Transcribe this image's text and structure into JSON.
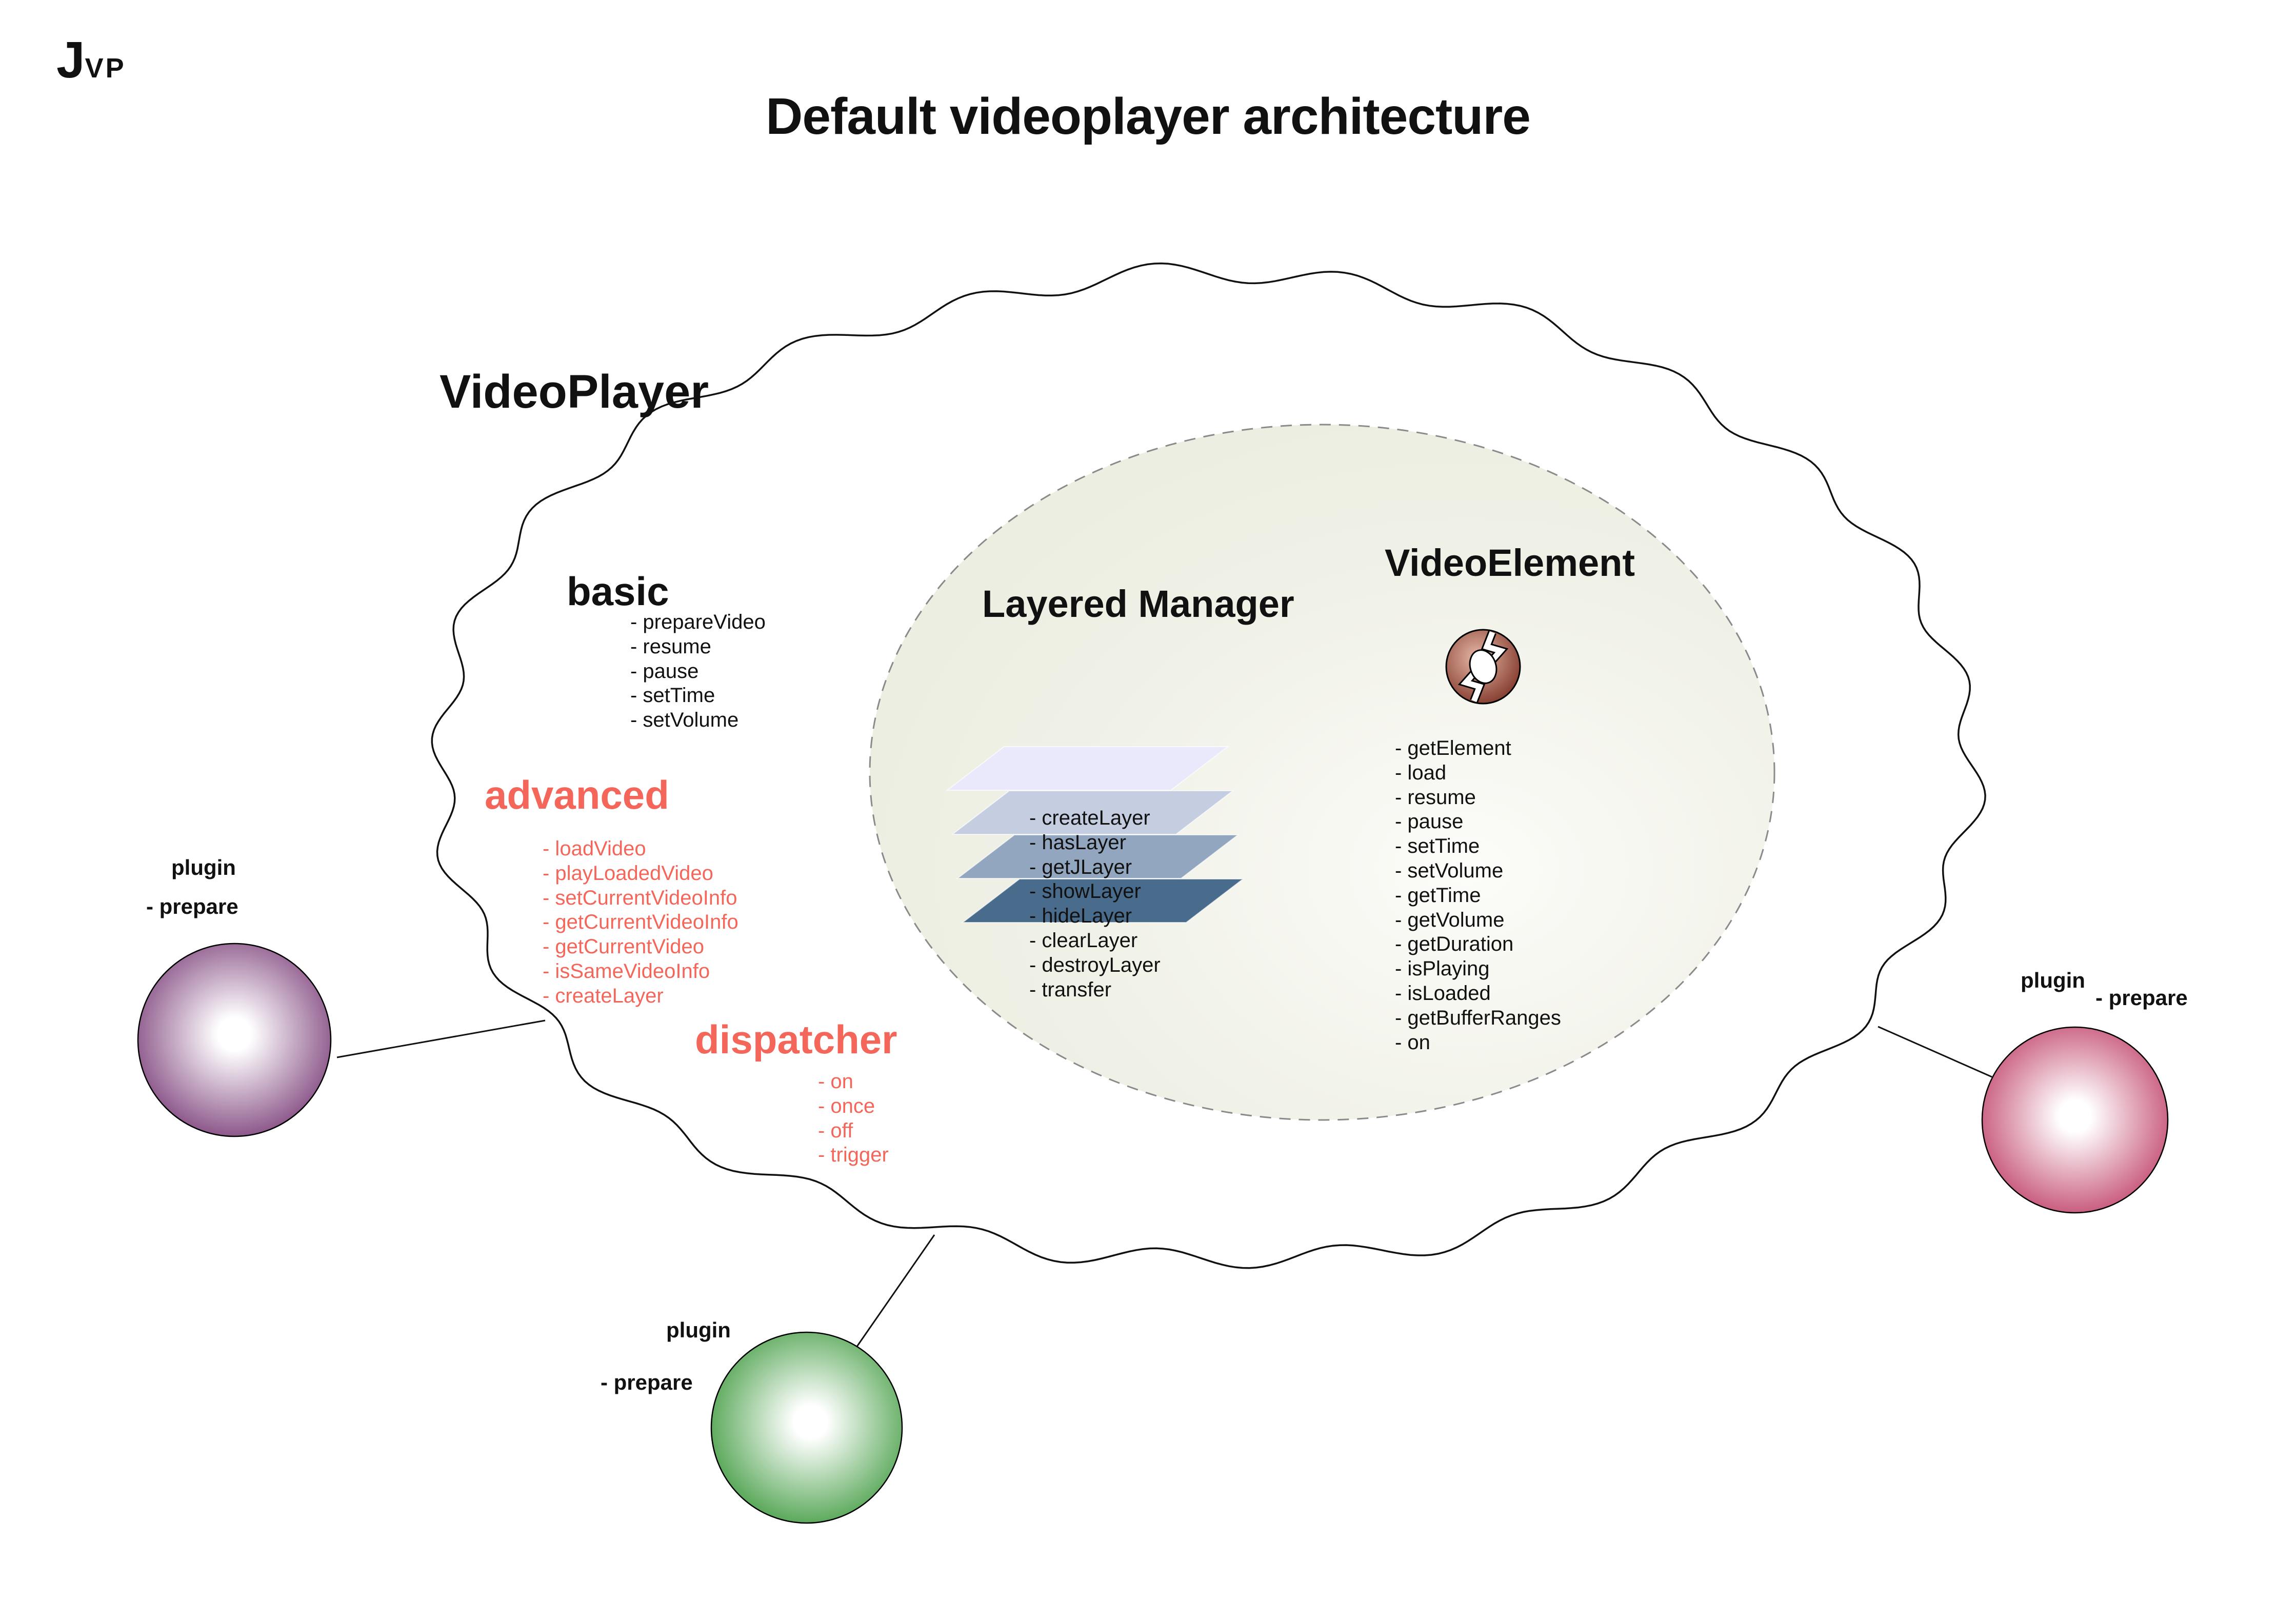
{
  "logo": {
    "j": "J",
    "vp": "VP"
  },
  "title": "Default videoplayer architecture",
  "cloud": {
    "label": "VideoPlayer",
    "basic": {
      "heading": "basic",
      "items": [
        "- prepareVideo",
        "- resume",
        "- pause",
        "- setTime",
        "- setVolume"
      ]
    },
    "advanced": {
      "heading": "advanced",
      "items": [
        "- loadVideo",
        "- playLoadedVideo",
        "- setCurrentVideoInfo",
        "- getCurrentVideoInfo",
        "- getCurrentVideo",
        "- isSameVideoInfo",
        "- createLayer"
      ]
    },
    "dispatcher": {
      "heading": "dispatcher",
      "items": [
        "- on",
        "- once",
        "- off",
        "- trigger"
      ]
    },
    "inner": {
      "layered_manager": {
        "heading": "Layered Manager",
        "items": [
          "- createLayer",
          "- hasLayer",
          "- getJLayer",
          "- showLayer",
          "- hideLayer",
          "- clearLayer",
          "- destroyLayer",
          "- transfer"
        ]
      },
      "video_element": {
        "heading": "VideoElement",
        "items": [
          "- getElement",
          "- load",
          "- resume",
          "- pause",
          "- setTime",
          "- setVolume",
          "- getTime",
          "- getVolume",
          "- getDuration",
          "- isPlaying",
          "- isLoaded",
          "- getBufferRanges",
          "- on"
        ]
      }
    }
  },
  "plugins": [
    {
      "id": "purple",
      "label": "plugin",
      "method": "- prepare",
      "color": "#5C1159"
    },
    {
      "id": "green",
      "label": "plugin",
      "method": "- prepare",
      "color": "#178517"
    },
    {
      "id": "crimson",
      "label": "plugin",
      "method": "- prepare",
      "color": "#B11445"
    }
  ],
  "icons": {
    "layer_stack": "stacked-layers-icon",
    "video_element": "film-sphere-icon"
  },
  "colors": {
    "accent_red": "#F4665A",
    "ink": "#111111",
    "inner_ellipse_fill": "#EDEEE3",
    "inner_ellipse_border": "#8A8A8A",
    "layer_stack": [
      "#E9E9FB",
      "#C5CDE1",
      "#92A6BF",
      "#4A6C8C"
    ],
    "element_sphere_edge": "#6E2013",
    "element_sphere_light": "#E7B9A8"
  }
}
